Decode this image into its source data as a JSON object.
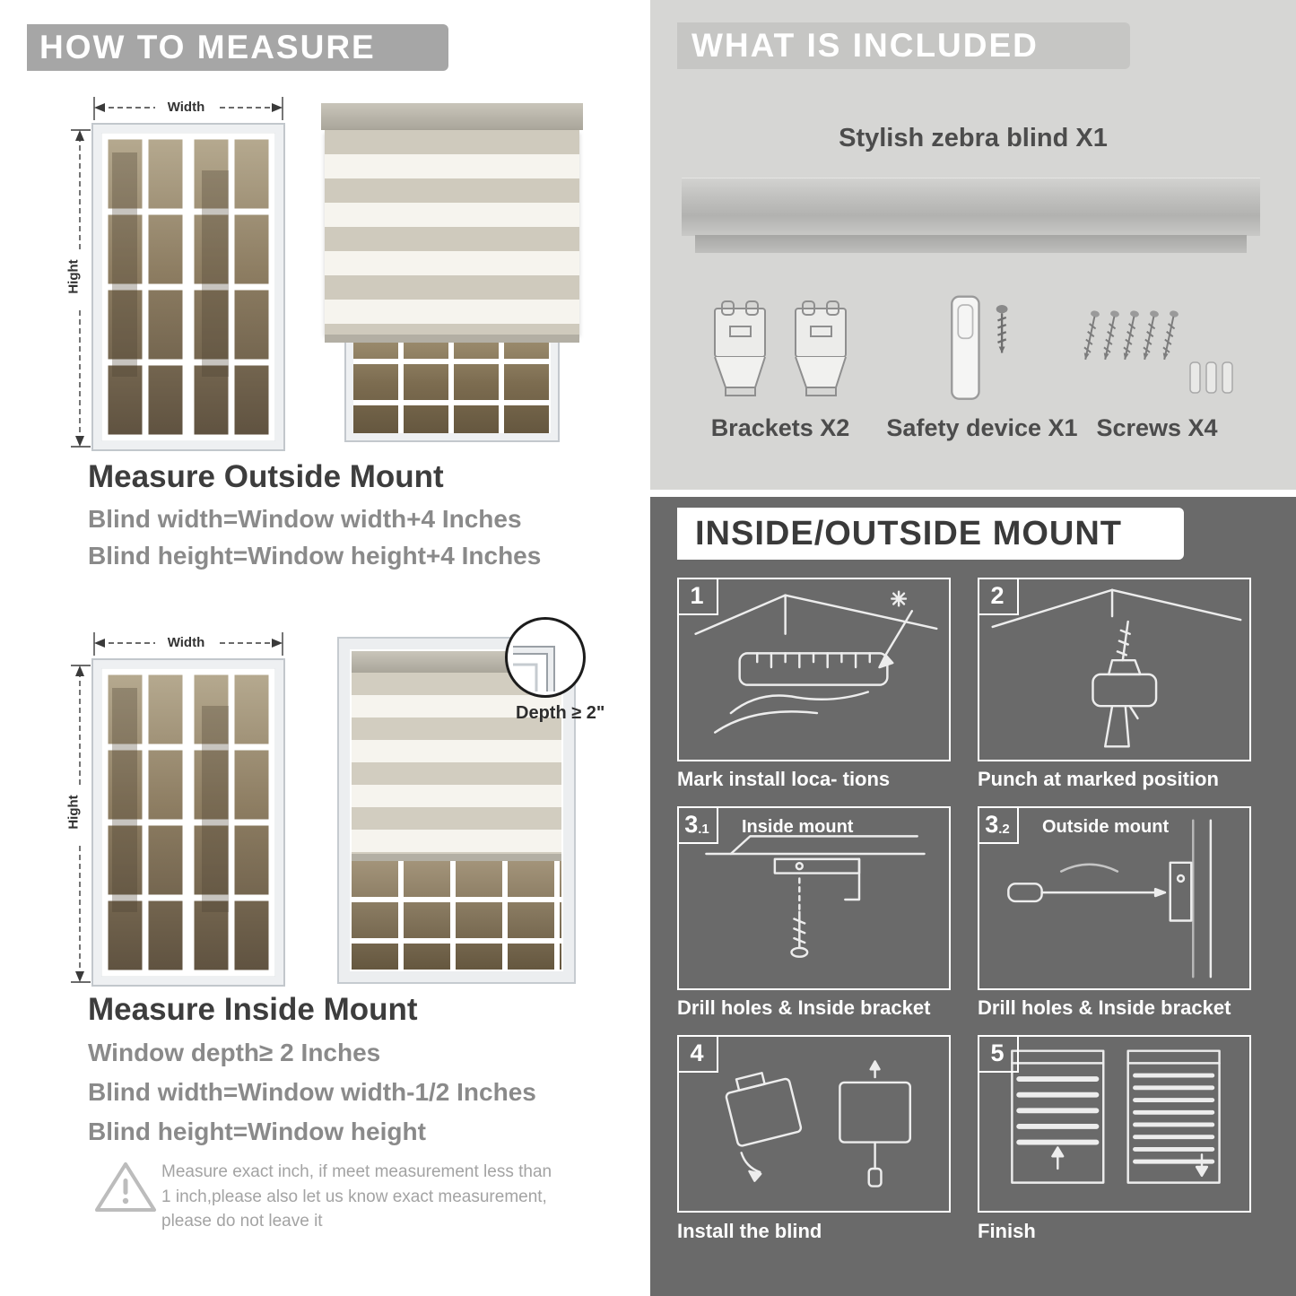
{
  "left": {
    "header": "HOW TO MEASURE",
    "outside": {
      "width_label": "Width",
      "height_label": "Hight",
      "title": "Measure Outside Mount",
      "line1": "Blind width=Window width+4 Inches",
      "line2": "Blind height=Window height+4 Inches"
    },
    "inside": {
      "width_label": "Width",
      "height_label": "Hight",
      "depth_label": "Depth ≥ 2\"",
      "title": "Measure Inside Mount",
      "line1": "Window depth≥ 2 Inches",
      "line2": "Blind width=Window width-1/2 Inches",
      "line3": "Blind height=Window height"
    },
    "note": "Measure exact inch, if meet measurement less than 1 inch,please also let us know exact measurement, please do not leave it"
  },
  "right": {
    "included": {
      "header": "WHAT IS INCLUDED",
      "blind_label": "Stylish zebra blind X1",
      "brackets_label": "Brackets X2",
      "safety_label": "Safety device X1",
      "screws_label": "Screws X4"
    },
    "mount": {
      "header": "INSIDE/OUTSIDE MOUNT",
      "steps": [
        {
          "num": "1",
          "caption": "Mark install loca- tions"
        },
        {
          "num": "2",
          "caption": "Punch at  marked position"
        },
        {
          "num": "3",
          "sub": ".1",
          "label": "Inside mount",
          "caption": "Drill holes &  Inside bracket"
        },
        {
          "num": "3",
          "sub": ".2",
          "label": "Outside mount",
          "caption": "Drill holes &  Inside bracket"
        },
        {
          "num": "4",
          "caption": "Install the blind"
        },
        {
          "num": "5",
          "caption": "Finish"
        }
      ]
    }
  },
  "colors": {
    "left_banner_bg": "#a6a6a6",
    "right_light_bg": "#d6d6d4",
    "right_banner_bg": "#c6c6c4",
    "dark_bg": "#6a6a6a",
    "heading_text": "#3d3d3d",
    "formula_text": "#8a8a8a"
  }
}
